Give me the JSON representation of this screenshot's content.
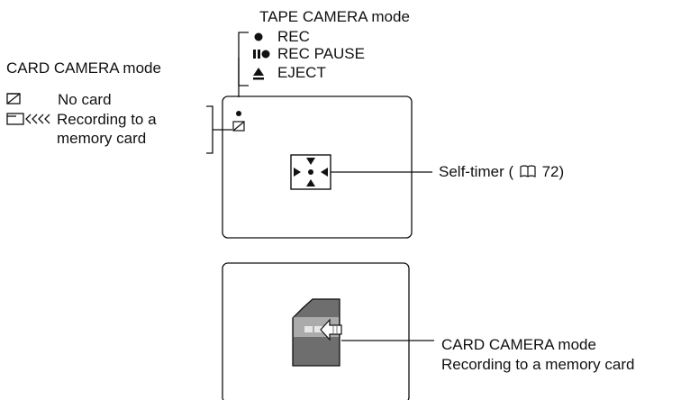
{
  "tape": {
    "title": "TAPE CAMERA mode",
    "items": [
      {
        "icon": "rec-dot-icon",
        "label": "REC"
      },
      {
        "icon": "rec-pause-icon",
        "label": "REC PAUSE"
      },
      {
        "icon": "eject-icon",
        "label": "EJECT"
      }
    ]
  },
  "card": {
    "title": "CARD CAMERA mode",
    "items": [
      {
        "icon": "no-card-icon",
        "label": "No card"
      },
      {
        "icon": "card-recording-icon",
        "label_line1": "Recording to a",
        "label_line2": "memory card"
      }
    ]
  },
  "self_timer": {
    "label": "Self-timer (",
    "page_ref": "72)"
  },
  "lower": {
    "line1": "CARD CAMERA mode",
    "line2": "Recording to a memory card"
  }
}
